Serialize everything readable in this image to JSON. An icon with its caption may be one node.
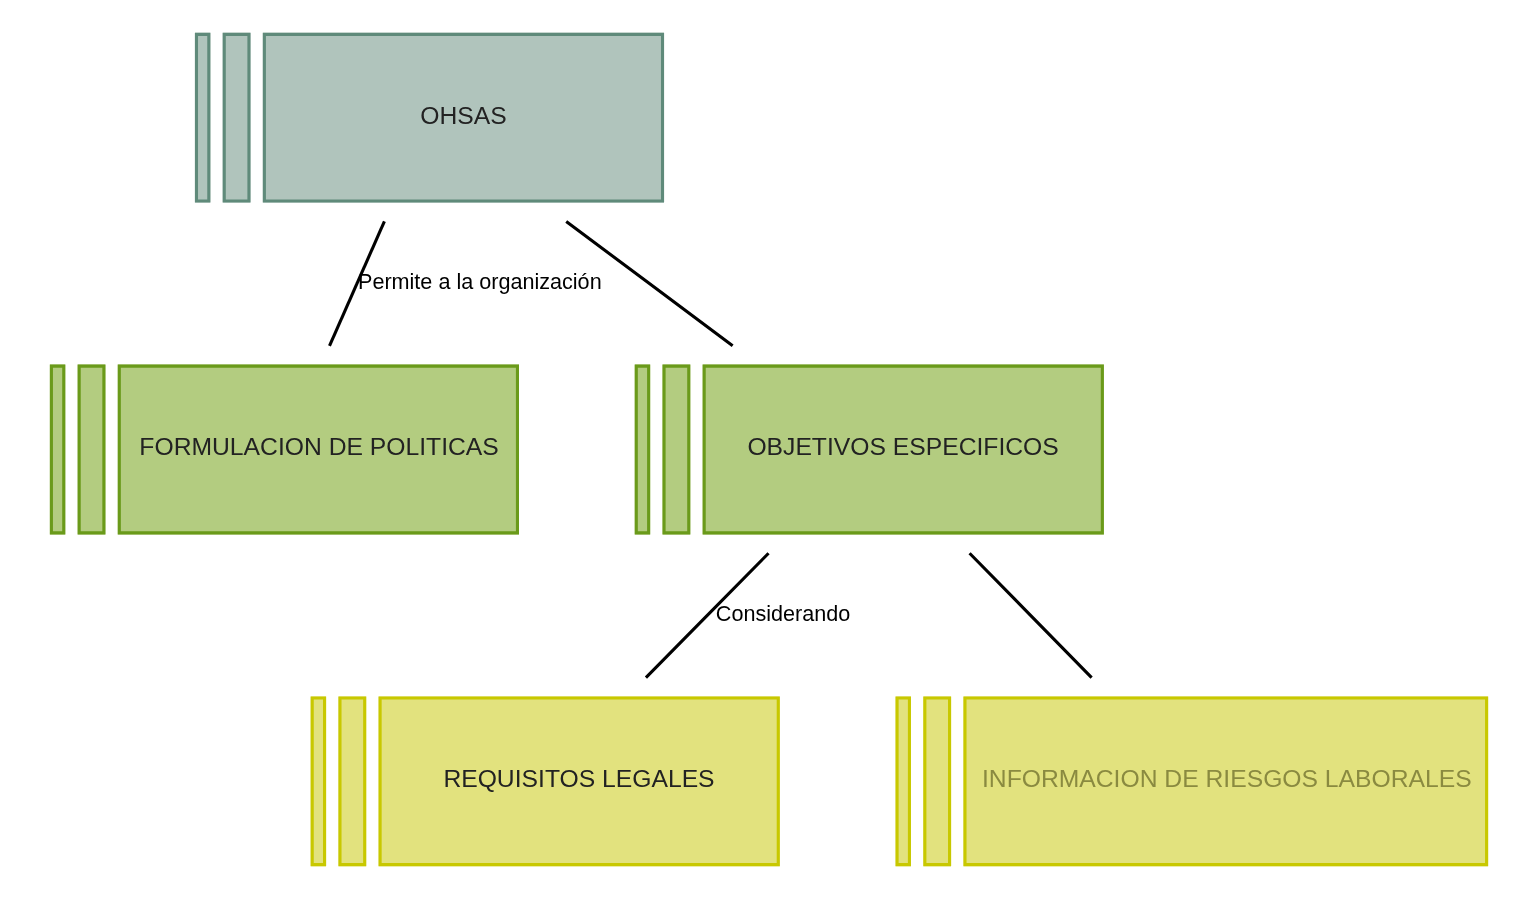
{
  "diagram": {
    "nodes": [
      {
        "text": [
          "OHSAS"
        ]
      },
      {
        "text": [
          "FORMULACION DE POLITICAS"
        ]
      },
      {
        "text": [
          "OBJETIVOS ESPECIFICOS"
        ]
      },
      {
        "text": [
          "REQUISITOS LEGALES"
        ]
      },
      {
        "text": [
          "INFORMACION DE RIESGOS LABORALES"
        ]
      }
    ],
    "edges": [
      {
        "from": 0,
        "to": 1,
        "arrow": "none",
        "label": "Permite a la organización"
      },
      {
        "from": 0,
        "to": 2,
        "arrow": "none"
      },
      {
        "from": 2,
        "to": 3,
        "arrow": "none",
        "label": "Considerando"
      },
      {
        "from": 2,
        "to": 4,
        "arrow": "none"
      }
    ]
  }
}
